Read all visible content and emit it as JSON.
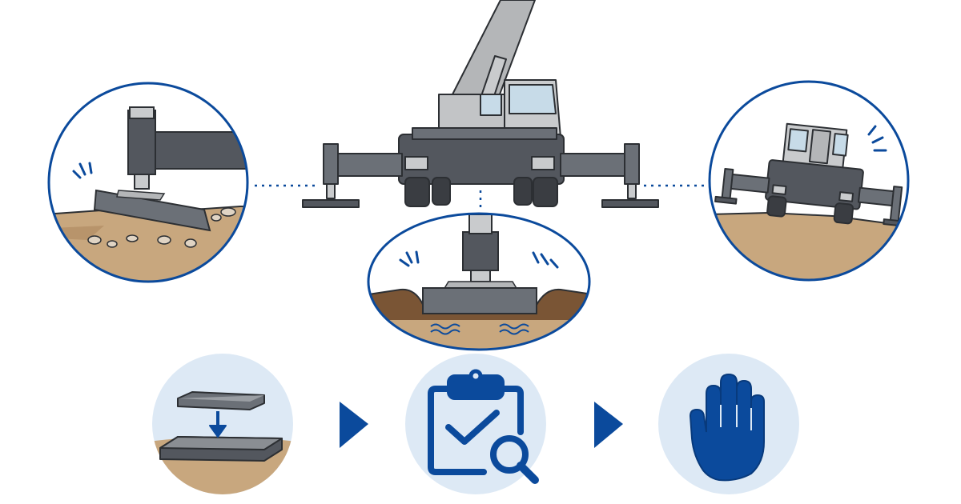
{
  "colors": {
    "accent": "#0b4a9c",
    "steel_dark": "#53575e",
    "steel_mid": "#6b7077",
    "steel_light": "#c9cbcd",
    "boom": "#b4b6b8",
    "cab_glass": "#c7dbe8",
    "soil": "#c8a77e",
    "soil_dark": "#7a5535",
    "badge_bg": "#dde9f5",
    "outline": "#2c2f33"
  },
  "scenes": {
    "crane": {
      "name": "mobile-crane-with-outriggers"
    },
    "left_detail": {
      "name": "tilted-pad-on-uneven-ground"
    },
    "center_detail": {
      "name": "pad-sinking-into-wet-soil"
    },
    "right_detail": {
      "name": "crane-on-slope"
    }
  },
  "steps": [
    {
      "icon": "cribbing-pad-icon"
    },
    {
      "icon": "clipboard-inspect-icon"
    },
    {
      "icon": "stop-hand-icon"
    }
  ]
}
